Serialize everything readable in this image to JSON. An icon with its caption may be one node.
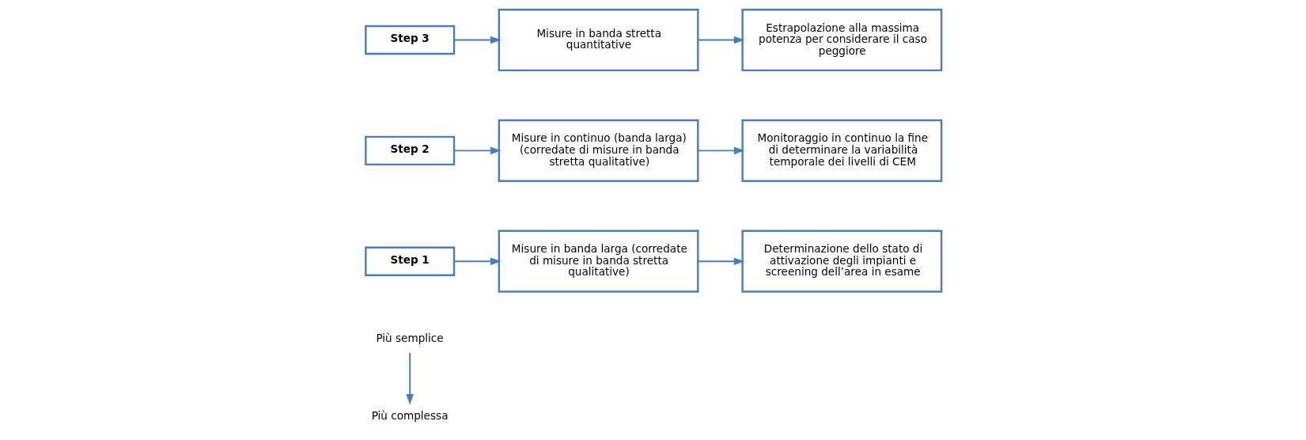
{
  "diagram": {
    "nodes": [
      {
        "text": [
          "Più semplice"
        ]
      },
      {
        "text": [
          "Più complessa"
        ]
      },
      {
        "text": [
          "Step 1"
        ]
      },
      {
        "text": [
          "Misure in banda larga (corredate di misure in banda stretta qualitative)"
        ]
      },
      {
        "text": [
          "Determinazione dello stato di attivazione degli impianti e screening dell’area in esame"
        ]
      },
      {
        "text": [
          "Step 2"
        ]
      },
      {
        "text": [
          "Misure in continuo (banda larga) (corredate di misure in banda stretta qualitative)"
        ]
      },
      {
        "text": [
          "Monitoraggio in continuo la fine di determinare la variabilità temporale dei livelli di CEM"
        ]
      },
      {
        "text": [
          "Step 3"
        ]
      },
      {
        "text": [
          "Misure in banda stretta quantitative"
        ]
      },
      {
        "text": [
          "Estrapolazione alla massima potenza per considerare il caso peggiore"
        ]
      }
    ],
    "edges": [
      {
        "from": 0,
        "to": 1,
        "arrow": "to"
      },
      {
        "from": 2,
        "to": 3,
        "arrow": "to"
      },
      {
        "from": 3,
        "to": 4,
        "arrow": "to"
      },
      {
        "from": 5,
        "to": 6,
        "arrow": "to"
      },
      {
        "from": 6,
        "to": 7,
        "arrow": "to"
      },
      {
        "from": 8,
        "to": 9,
        "arrow": "to"
      },
      {
        "from": 9,
        "to": 10,
        "arrow": "to"
      }
    ]
  }
}
